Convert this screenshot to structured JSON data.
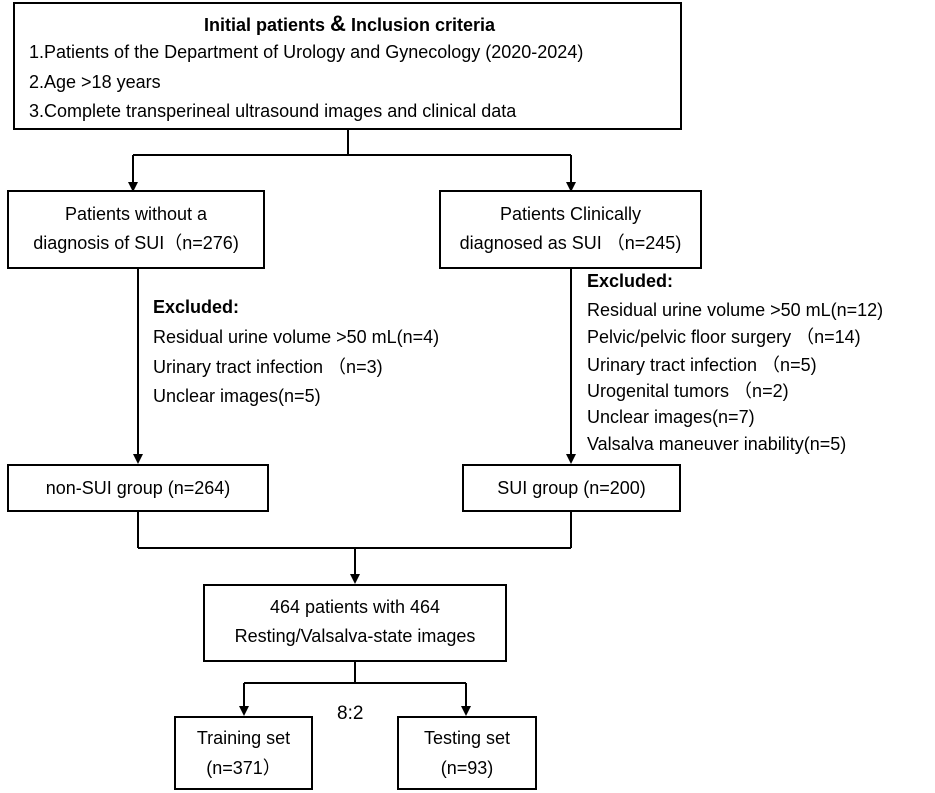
{
  "inclusion": {
    "title": "Initial patients",
    "amp": "&",
    "title_suffix": "Inclusion criteria",
    "criteria": [
      "1.Patients of the Department of Urology and Gynecology (2020-2024)",
      "2.Age >18 years",
      "3.Complete transperineal ultrasound images and clinical data"
    ]
  },
  "left_branch": {
    "box_line1": "Patients without  a",
    "box_line2": "diagnosis of SUI（n=276)",
    "excluded_title": "Excluded:",
    "excluded_items": [
      "Residual urine volume >50 mL(n=4)",
      "Urinary tract infection （n=3)",
      "Unclear images(n=5)"
    ],
    "group": "non-SUI group (n=264)"
  },
  "right_branch": {
    "box_line1": "Patients Clinically",
    "box_line2": "diagnosed as SUI （n=245)",
    "excluded_title": "Excluded:",
    "excluded_items": [
      "Residual urine volume >50 mL(n=12)",
      "Pelvic/pelvic floor surgery （n=14)",
      "Urinary tract infection （n=5)",
      "Urogenital tumors （n=2)",
      "Unclear images(n=7)",
      "Valsalva maneuver inability(n=5)"
    ],
    "group": "SUI group (n=200)"
  },
  "combined": {
    "line1": "464 patients with 464",
    "line2": "Resting/Valsalva-state images"
  },
  "split_ratio": "8:2",
  "training": {
    "label": "Training set",
    "count": "(n=371）"
  },
  "testing": {
    "label": "Testing set",
    "count": "(n=93)"
  }
}
